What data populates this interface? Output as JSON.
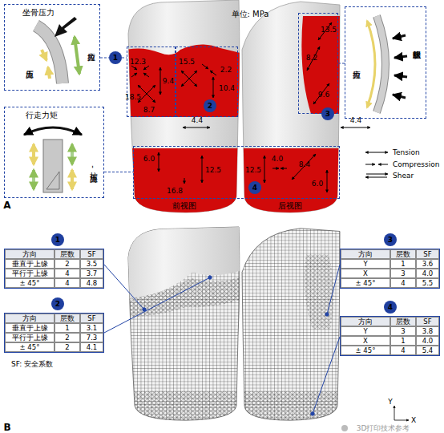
{
  "diagram": {
    "nodes": [
      {
        "text": [
          "坐骨压力",
          "拉应力",
          "压应力"
        ]
      },
      {
        "text": [
          "1"
        ]
      },
      {
        "text": [
          "12.3",
          "9.4",
          "18.5",
          "8.7"
        ]
      },
      {
        "text": [
          "15.5",
          "2.2",
          "10.4"
        ]
      },
      {
        "text": [
          "2"
        ],
        "in": 3
      },
      {
        "text": [
          "软组织膨胀",
          "拉应力"
        ]
      },
      {
        "text": [
          "13.5",
          "8.2",
          "9.6"
        ]
      },
      {
        "text": [
          "3"
        ],
        "in": 6
      },
      {
        "text": [
          "行走力矩",
          "拉-压应力"
        ]
      },
      {
        "text": [
          "6.0",
          "12.5",
          "16.8",
          "12.5",
          "4.0",
          "8.4",
          "6.0"
        ]
      },
      {
        "text": [
          "4"
        ],
        "in": 9
      },
      {
        "text": [
          "1"
        ]
      },
      {
        "text": [
          "方向",
          "层数",
          "SF",
          "垂直于上缘",
          "2",
          "3.5",
          "平行于上缘",
          "4",
          "3.7",
          "± 45°",
          "4",
          "4.8"
        ]
      },
      {
        "text": [
          "2"
        ]
      },
      {
        "text": [
          "方向",
          "层数",
          "SF",
          "垂直于上缘",
          "1",
          "3.1",
          "平行于上缘",
          "2",
          "7.3",
          "± 45°",
          "2",
          "4.1"
        ]
      },
      {
        "text": [
          "3"
        ]
      },
      {
        "text": [
          "方向",
          "层数",
          "SF",
          "Y",
          "1",
          "3.6",
          "X",
          "3",
          "4.0",
          "± 45°",
          "4",
          "5.5"
        ]
      },
      {
        "text": [
          "4"
        ]
      },
      {
        "text": [
          "方向",
          "层数",
          "SF",
          "Y",
          "3",
          "3.8",
          "X",
          "1",
          "4.0",
          "± 45°",
          "4",
          "5.4"
        ]
      }
    ],
    "edges": [
      {
        "from": 0,
        "to": 1,
        "arrow": "none"
      },
      {
        "from": 1,
        "to": 2,
        "arrow": "none"
      },
      {
        "from": 5,
        "to": 6,
        "arrow": "none"
      },
      {
        "from": 8,
        "to": 9,
        "arrow": "none"
      }
    ],
    "labels": [
      "单位: MPa",
      "4.4",
      "4.4",
      "前视图",
      "后视图",
      "A",
      "B",
      "SF: 安全系数",
      "Y",
      "X",
      "3D打印技术参考"
    ],
    "legend": [
      {
        "text": "Tension"
      },
      {
        "text": "Compression"
      },
      {
        "text": "Shear"
      }
    ]
  }
}
